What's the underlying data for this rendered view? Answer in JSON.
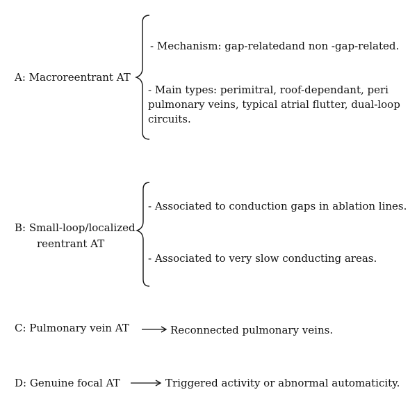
{
  "sections": [
    {
      "label": "A: Macroreentrant AT",
      "items": [
        "- Mechanism: gap-relatedand non -gap-related.",
        "- Main types: perimitral, roof-dependant, peri pulmonary veins, typical atrial flutter, dual-loop circuits."
      ]
    },
    {
      "label_line1": "B: Small-loop/localized",
      "label_line2": "reentrant AT",
      "items": [
        "- Associated to conduction gaps in ablation lines.",
        "- Associated to very slow conducting areas."
      ]
    },
    {
      "label": "C: Pulmonary vein AT",
      "result": "Reconnected pulmonary veins."
    },
    {
      "label": "D: Genuine focal AT",
      "result": "Triggered activity or abnormal automaticity."
    }
  ]
}
